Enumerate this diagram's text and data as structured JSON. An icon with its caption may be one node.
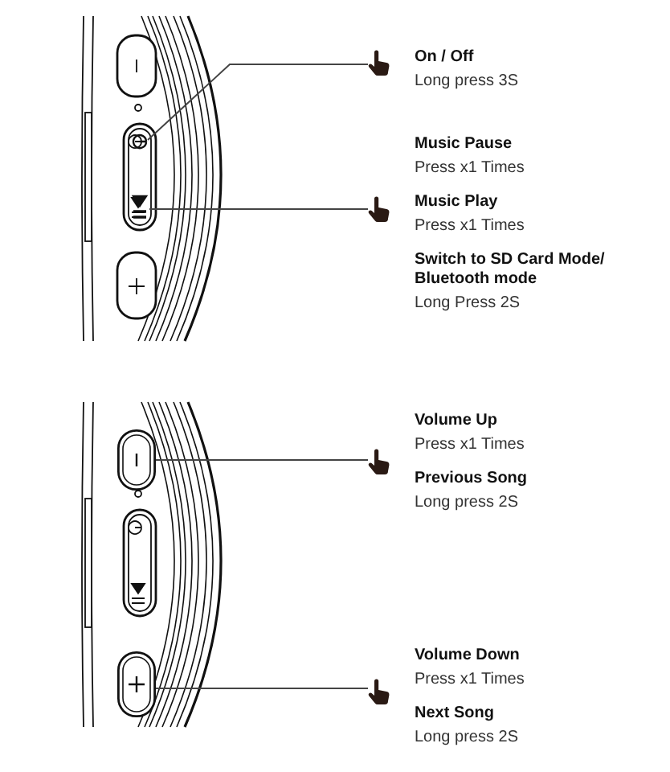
{
  "diagram": {
    "nodes": [
      {
        "text": [
          "On / Off",
          "Long press 3S"
        ]
      },
      {
        "text": [],
        "shape": "button"
      },
      {
        "text": [
          "Music Pause",
          "Press x1 Times",
          "Music Play",
          "Press x1 Times",
          "Switch to SD Card Mode/ Bluetooth mode",
          "Long Press 2S"
        ]
      },
      {
        "text": [],
        "shape": "button"
      },
      {
        "text": [
          "Volume Up",
          "Press x1 Times",
          "Previous Song",
          "Long press 2S"
        ]
      },
      {
        "text": [],
        "shape": "button"
      },
      {
        "text": [
          "Volume Down",
          "Press x1 Times",
          "Next Song",
          "Long press 2S"
        ]
      },
      {
        "text": [],
        "shape": "button"
      }
    ],
    "edges": [
      {
        "from": 0,
        "to": 1,
        "arrow": "none"
      },
      {
        "from": 2,
        "to": 3,
        "arrow": "none"
      },
      {
        "from": 4,
        "to": 5,
        "arrow": "none"
      },
      {
        "from": 6,
        "to": 7,
        "arrow": "none"
      }
    ]
  }
}
